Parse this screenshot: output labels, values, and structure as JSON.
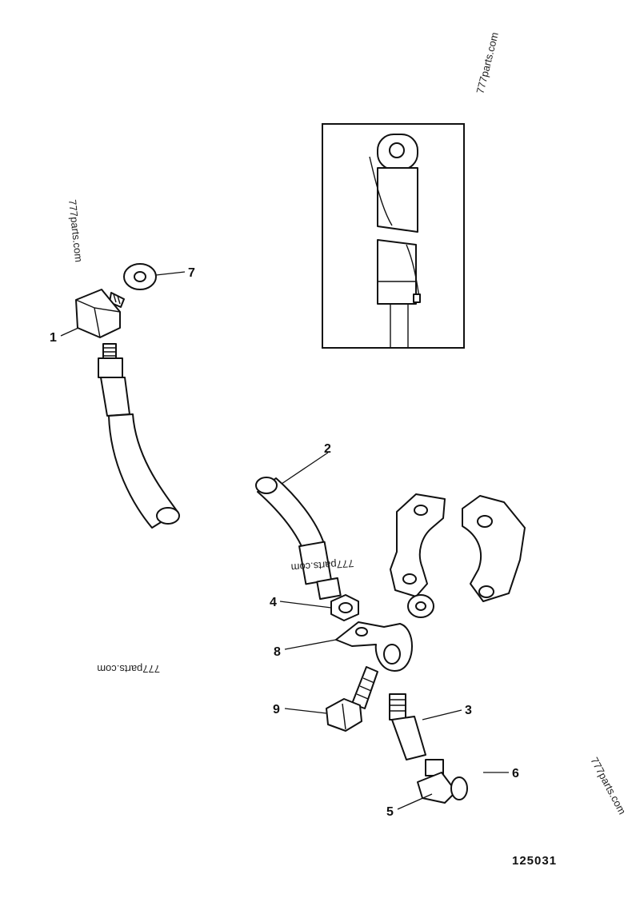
{
  "callouts": [
    {
      "id": "1",
      "text": "1"
    },
    {
      "id": "2",
      "text": "2"
    },
    {
      "id": "3",
      "text": "3"
    },
    {
      "id": "4",
      "text": "4"
    },
    {
      "id": "5",
      "text": "5"
    },
    {
      "id": "6",
      "text": "6"
    },
    {
      "id": "7",
      "text": "7"
    },
    {
      "id": "8",
      "text": "8"
    },
    {
      "id": "9",
      "text": "9"
    }
  ],
  "watermarks": [
    "777parts.com",
    "777parts.com",
    "777parts.com",
    "777parts.com",
    "777parts.com"
  ],
  "reference_number": "125031"
}
